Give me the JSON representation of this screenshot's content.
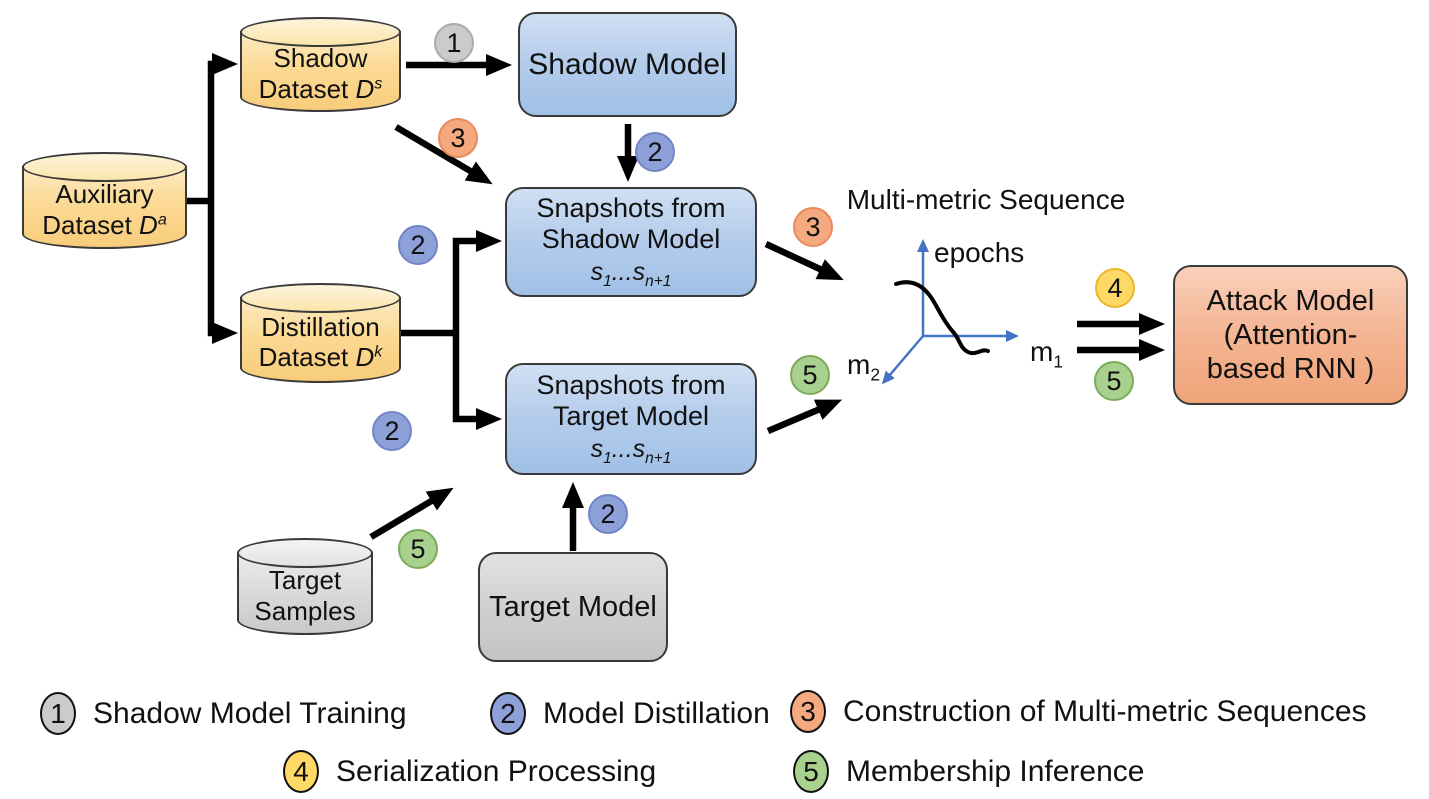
{
  "colors": {
    "step1_gray": "#cccbcb",
    "step2_blue": "#8da0d8",
    "step3_orange": "#f4a97f",
    "step4_yellow": "#ffd966",
    "step5_green": "#a9d18e",
    "axis_blue": "#4472c4",
    "dataset_orange": "#f8cc7b",
    "model_blue": "#a0c0e6",
    "attack_salmon": "#efa478"
  },
  "nodes": {
    "auxiliary_dataset": {
      "line1": "Auxiliary",
      "line2": "Dataset ",
      "symbol": "D",
      "sup": "a"
    },
    "shadow_dataset": {
      "line1": "Shadow",
      "line2": "Dataset ",
      "symbol": "D",
      "sup": "s"
    },
    "distillation_dataset": {
      "line1": "Distillation",
      "line2": "Dataset ",
      "symbol": "D",
      "sup": "k"
    },
    "target_samples": {
      "line1": "Target",
      "line2": "Samples"
    },
    "shadow_model": {
      "label": "Shadow Model"
    },
    "snapshots_shadow_model": {
      "line1": "Snapshots from",
      "line2": "Shadow Model",
      "formula": {
        "base": "s",
        "sub1": "1",
        "dots": "...",
        "base2": "s",
        "sub2": "n+1"
      }
    },
    "snapshots_target_model": {
      "line1": "Snapshots from",
      "line2": "Target Model",
      "formula": {
        "base": "s",
        "sub1": "1",
        "dots": "...",
        "base2": "s",
        "sub2": "n+1"
      }
    },
    "target_model": {
      "label": "Target Model"
    },
    "attack_model": {
      "line1": "Attack Model",
      "line2": "(Attention-",
      "line3": "based RNN )"
    }
  },
  "plot": {
    "title": "Multi-metric Sequence",
    "y_label": "epochs",
    "x_label_base": "m",
    "x_label_sub": "1",
    "z_label_base": "m",
    "z_label_sub": "2"
  },
  "badges": [
    {
      "number": "1",
      "step": "shadow-model-training"
    },
    {
      "number": "3",
      "step": "construction-of-sequences"
    },
    {
      "number": "2",
      "step": "model-distillation"
    },
    {
      "number": "2",
      "step": "model-distillation"
    },
    {
      "number": "3",
      "step": "construction-of-sequences"
    },
    {
      "number": "2",
      "step": "model-distillation"
    },
    {
      "number": "5",
      "step": "membership-inference"
    },
    {
      "number": "5",
      "step": "membership-inference"
    },
    {
      "number": "2",
      "step": "model-distillation"
    },
    {
      "number": "4",
      "step": "serialization-processing"
    },
    {
      "number": "5",
      "step": "membership-inference"
    }
  ],
  "legend": {
    "items": [
      {
        "number": "1",
        "label": "Shadow Model Training"
      },
      {
        "number": "2",
        "label": "Model Distillation"
      },
      {
        "number": "3",
        "label": "Construction of Multi-metric Sequences"
      },
      {
        "number": "4",
        "label": "Serialization Processing"
      },
      {
        "number": "5",
        "label": "Membership Inference"
      }
    ]
  }
}
